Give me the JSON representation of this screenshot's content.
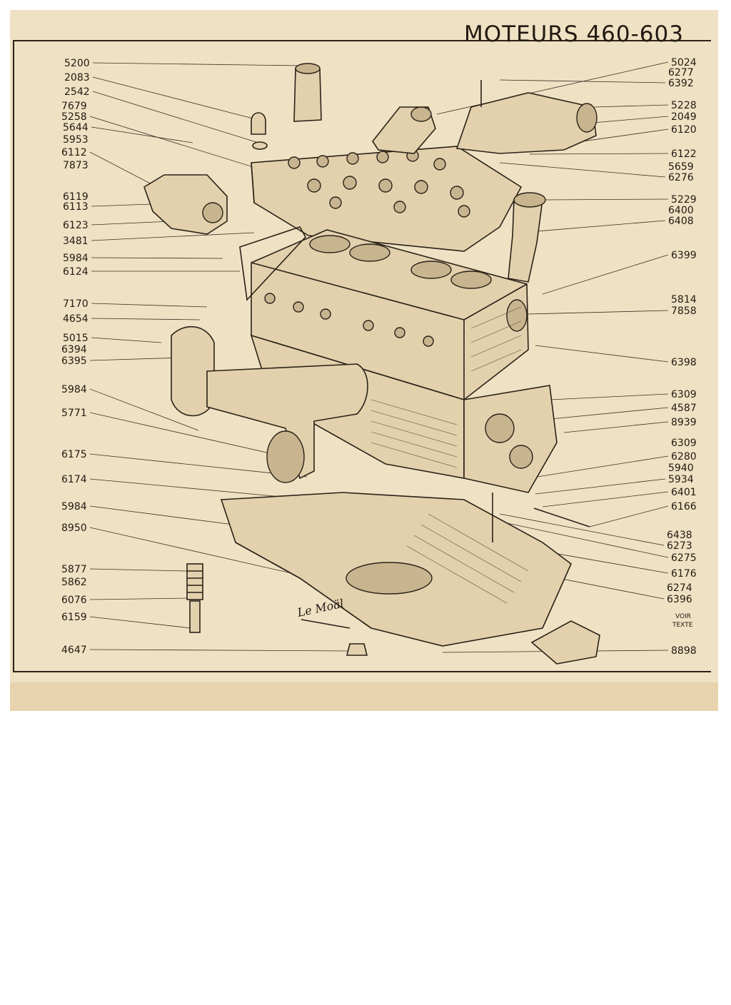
{
  "title": "MOTEURS 460-603",
  "signature": "Le Moäl",
  "voir_texte": [
    "VOIR",
    "TEXTE"
  ],
  "left_labels": [
    "5200",
    "2083",
    "2542",
    "7679",
    "5258",
    "5644",
    "5953",
    "6112",
    "7873",
    "6119",
    "6113",
    "6123",
    "3481",
    "5984",
    "6124",
    "7170",
    "4654",
    "5015",
    "6394",
    "6395",
    "5984",
    "5771",
    "6175",
    "6174",
    "5984",
    "8950",
    "5877",
    "5862",
    "6076",
    "6159",
    "4647"
  ],
  "right_labels": [
    "5024",
    "6277",
    "6392",
    "5228",
    "2049",
    "6120",
    "6122",
    "5659",
    "6276",
    "5229",
    "6400",
    "6408",
    "6399",
    "5814",
    "7858",
    "6398",
    "6309",
    "4587",
    "8939",
    "6309",
    "6280",
    "5940",
    "5934",
    "6401",
    "6166",
    "6438",
    "6273",
    "6275",
    "6176",
    "6274",
    "6396",
    "8898"
  ]
}
